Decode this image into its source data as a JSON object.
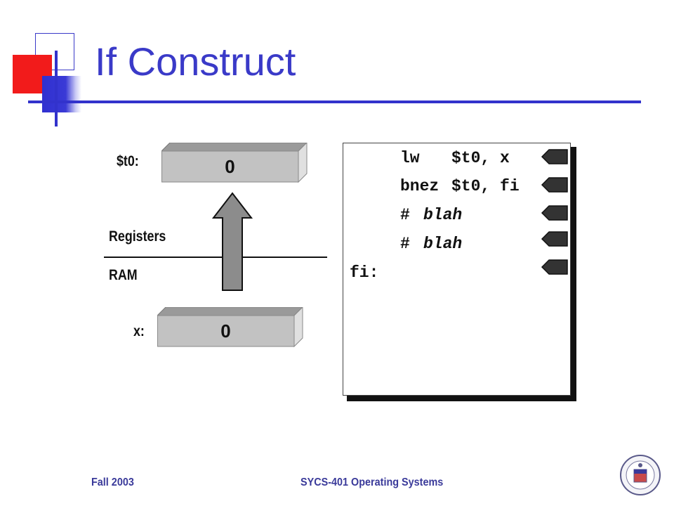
{
  "slide": {
    "title": "If Construct",
    "footer_left": "Fall 2003",
    "footer_center": "SYCS-401 Operating Systems"
  },
  "diagram": {
    "register_label": "$t0:",
    "register_value": "0",
    "memory_label": "x:",
    "memory_value": "0",
    "upper_section_label": "Registers",
    "lower_section_label": "RAM"
  },
  "code": {
    "lines": [
      {
        "label": "",
        "op": "lw",
        "args": "$t0, x",
        "italic": false
      },
      {
        "label": "",
        "op": "bnez",
        "args": "$t0, fi",
        "italic": false
      },
      {
        "label": "",
        "op": "#",
        "args": "blah",
        "italic": true
      },
      {
        "label": "",
        "op": "#",
        "args": "blah",
        "italic": true
      },
      {
        "label": "fi:",
        "op": "",
        "args": "",
        "italic": false
      }
    ]
  },
  "colors": {
    "title_blue": "#3a3ac8",
    "accent_red": "#f21b1b",
    "box_gray": "#c0c0c0",
    "arrow_gray": "#8c8c8c"
  },
  "icons": {
    "line_marker": "pointer-tag-icon",
    "logo": "university-seal-icon"
  }
}
